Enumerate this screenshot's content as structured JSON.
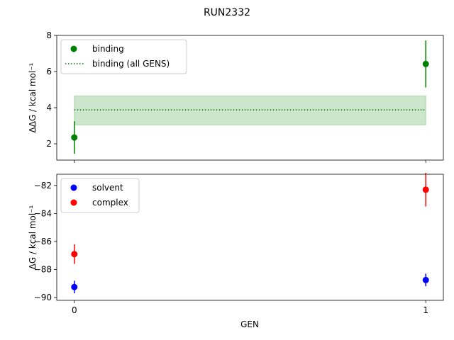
{
  "figure": {
    "title": "RUN2332",
    "xlabel": "GEN"
  },
  "chart_data": [
    {
      "type": "scatter",
      "ylabel": "ΔΔG / kcal mol⁻¹",
      "x_ticks": [
        0,
        1
      ],
      "show_x_tick_labels": false,
      "xlim": [
        -0.05,
        1.05
      ],
      "ylim": [
        1.1,
        8.0
      ],
      "y_ticks": [
        2,
        4,
        6,
        8
      ],
      "grid": false,
      "legend_position": "upper-left",
      "series": [
        {
          "name": "binding",
          "kind": "points",
          "color": "#008000",
          "x": [
            0,
            1
          ],
          "y": [
            2.35,
            6.42
          ],
          "yerr": [
            0.9,
            1.3
          ]
        }
      ],
      "band": {
        "name": "binding (all GENS)",
        "color": "#008000",
        "x_range": [
          0,
          1
        ],
        "center": 3.88,
        "lower": 3.05,
        "upper": 4.65
      }
    },
    {
      "type": "scatter",
      "ylabel": "ΔG / kcal mol⁻¹",
      "x_ticks": [
        0,
        1
      ],
      "show_x_tick_labels": true,
      "xlim": [
        -0.05,
        1.05
      ],
      "ylim": [
        -90.2,
        -81.2
      ],
      "y_ticks": [
        -90,
        -88,
        -86,
        -84,
        -82
      ],
      "grid": false,
      "legend_position": "upper-left",
      "series": [
        {
          "name": "solvent",
          "kind": "points",
          "color": "#0000ff",
          "x": [
            0,
            1
          ],
          "y": [
            -89.25,
            -88.75
          ],
          "yerr": [
            0.45,
            0.45
          ]
        },
        {
          "name": "complex",
          "kind": "points",
          "color": "#ff0000",
          "x": [
            0,
            1
          ],
          "y": [
            -86.9,
            -82.3
          ],
          "yerr": [
            0.7,
            1.2
          ]
        }
      ]
    }
  ]
}
